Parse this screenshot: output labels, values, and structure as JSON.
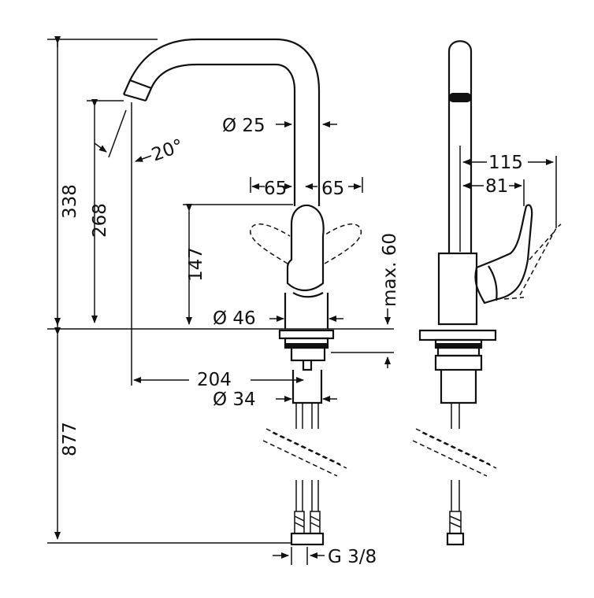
{
  "dimensions": {
    "height_total": "338",
    "height_spout": "268",
    "height_lever": "147",
    "deck_thickness": "max. 60",
    "supply_length": "877",
    "spout_angle": "20°",
    "spout_diameter": "Ø 25",
    "swing_left": "65",
    "swing_right": "65",
    "body_diameter": "Ø 46",
    "reach": "204",
    "shank_diameter": "Ø 34",
    "connection_thread": "G 3/8",
    "side_reach_max": "115",
    "side_reach_lever": "81"
  },
  "colors": {
    "line": "#111111",
    "background": "#ffffff"
  }
}
